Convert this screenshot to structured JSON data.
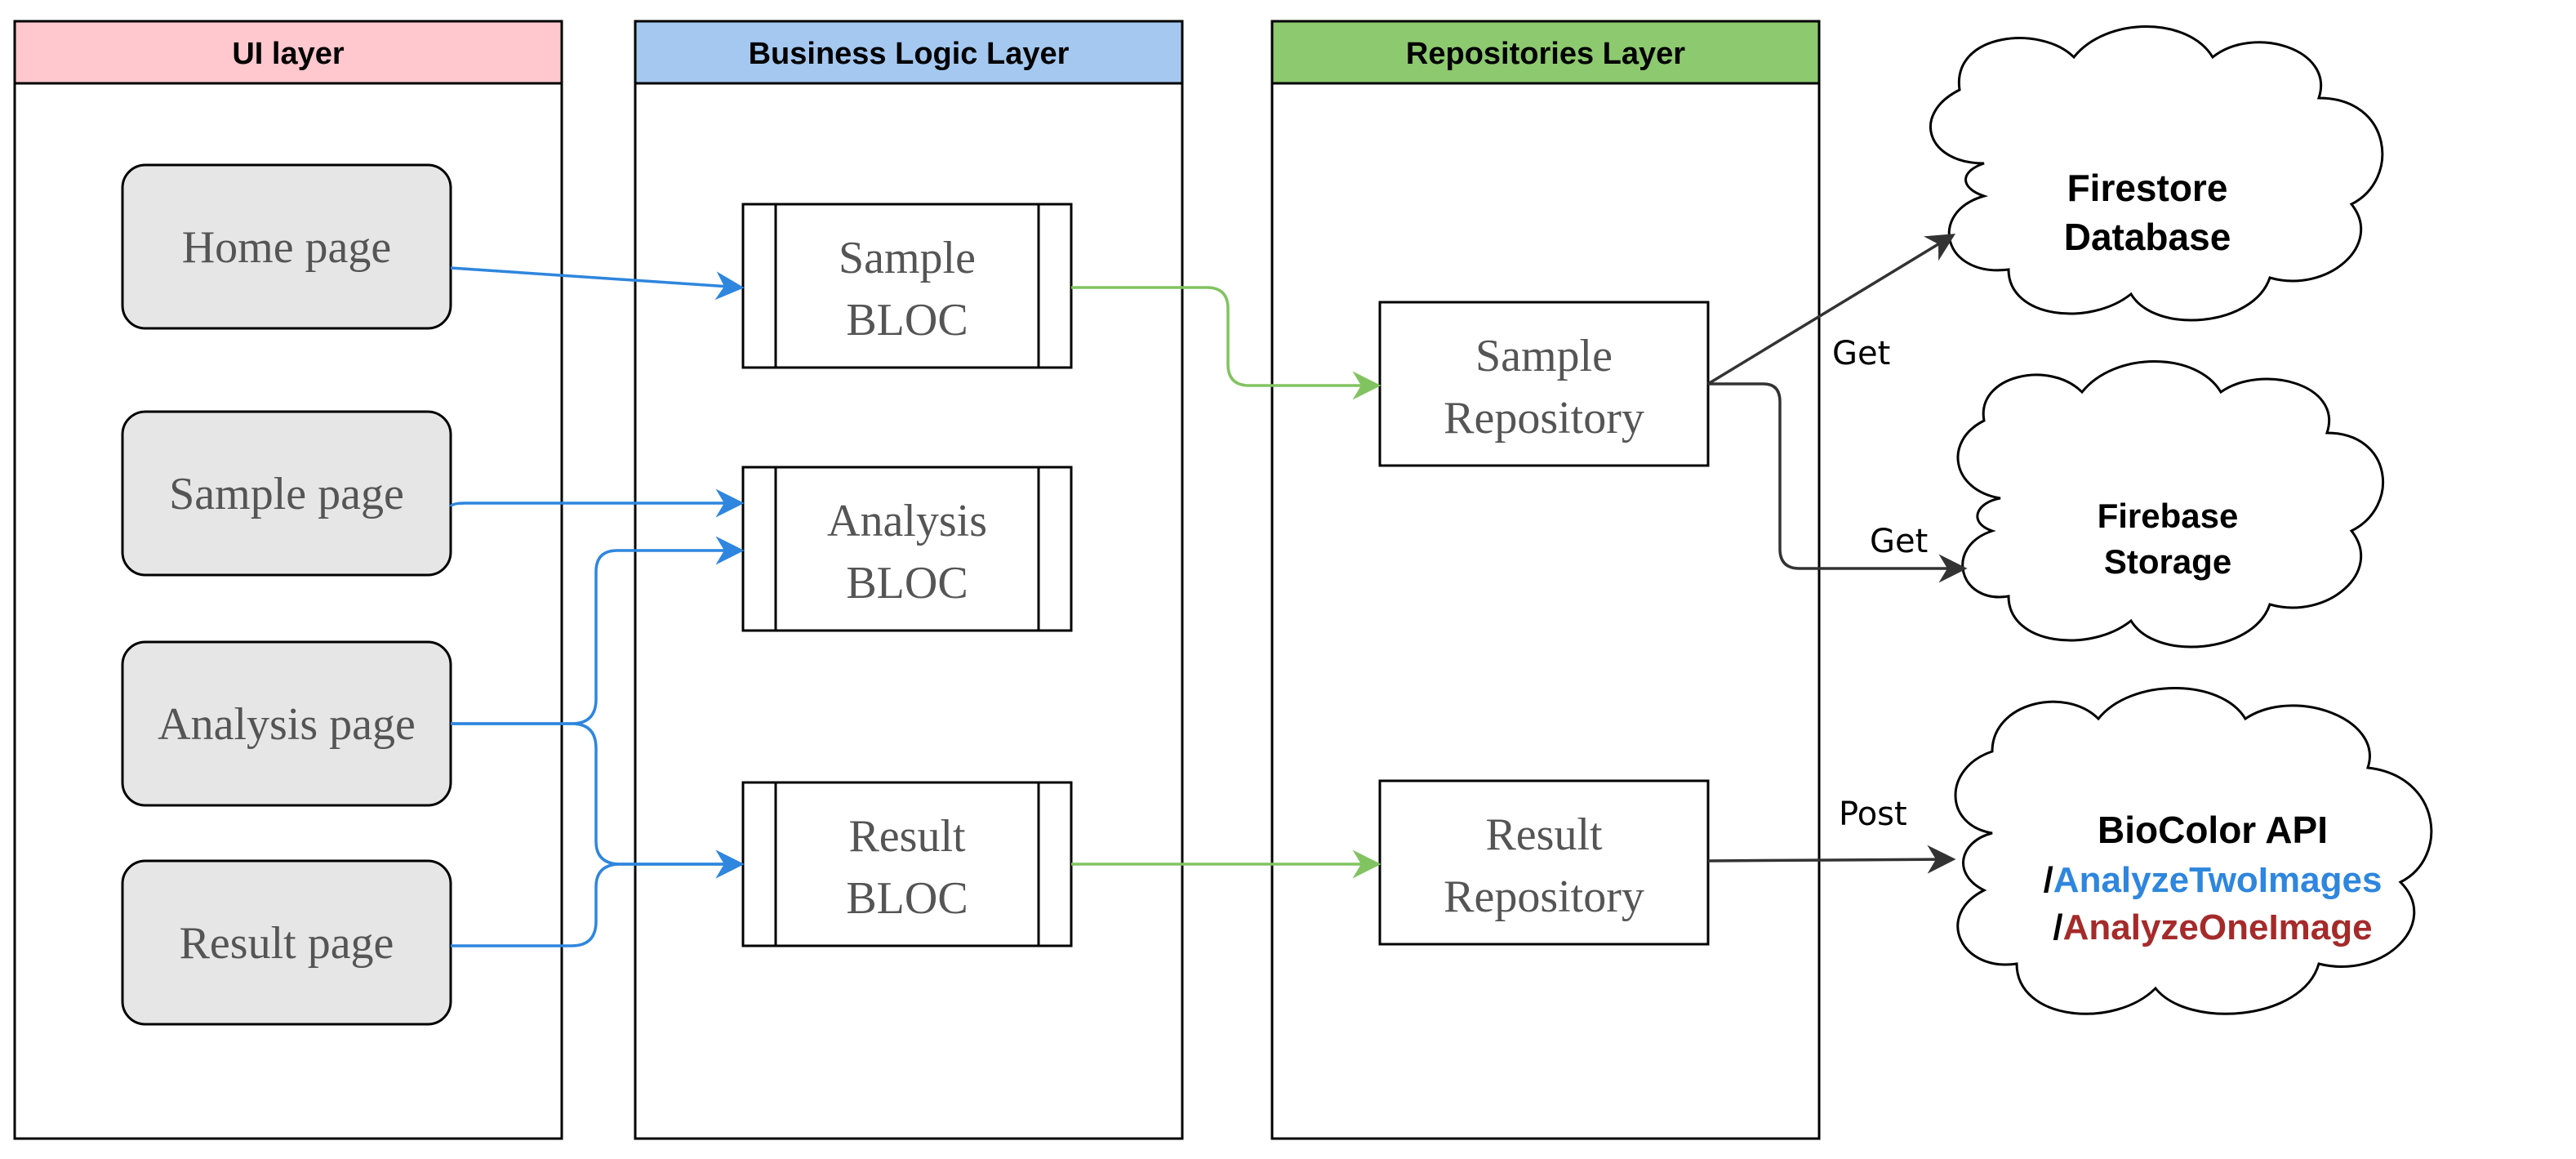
{
  "diagram": {
    "lanes": {
      "ui": {
        "title": "UI layer",
        "color": "#FFC7CE"
      },
      "logic": {
        "title": "Business Logic Layer",
        "color": "#A4C8F0"
      },
      "repo": {
        "title": "Repositories Layer",
        "color": "#8DC96F"
      }
    },
    "ui_nodes": {
      "home": "Home page",
      "sample": "Sample page",
      "analysis": "Analysis page",
      "result": "Result page"
    },
    "bloc_nodes": {
      "sample": [
        "Sample",
        "BLOC"
      ],
      "analysis": [
        "Analysis",
        "BLOC"
      ],
      "result": [
        "Result",
        "BLOC"
      ]
    },
    "repo_nodes": {
      "sample": [
        "Sample",
        "Repository"
      ],
      "result": [
        "Result",
        "Repository"
      ]
    },
    "clouds": {
      "firestore": [
        "Firestore",
        "Database"
      ],
      "storage": [
        "Firebase",
        "Storage"
      ],
      "api": {
        "title": "BioColor API",
        "slash1": "/",
        "endpoint1": "AnalyzeTwoImages",
        "slash2": "/",
        "endpoint2": "AnalyzeOneImage"
      }
    },
    "edge_labels": {
      "get1": "Get",
      "get2": "Get",
      "post": "Post"
    },
    "colors": {
      "ui_edge": "#2E86DE",
      "bloc_edge": "#82C361",
      "external_edge": "#333333",
      "endpoint1": "#2E86DE",
      "endpoint2": "#A52A2A",
      "node_fill": "#E6E6E6"
    }
  }
}
